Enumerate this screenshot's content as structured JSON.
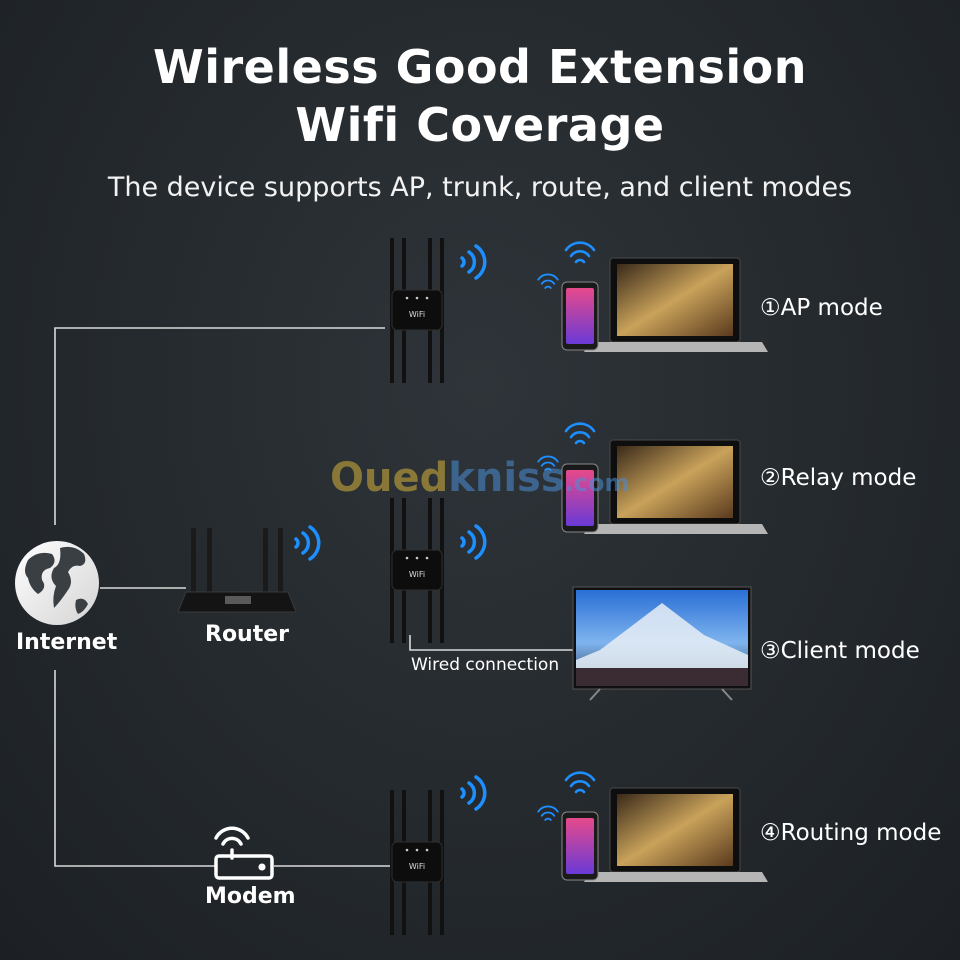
{
  "header": {
    "title_line1": "Wireless Good Extension",
    "title_line2": "Wifi Coverage",
    "subtitle": "The device supports AP, trunk, route, and client modes"
  },
  "nodes": {
    "internet": "Internet",
    "router": "Router",
    "modem": "Modem",
    "wired_connection": "Wired connection"
  },
  "modes": [
    {
      "label": "①AP mode"
    },
    {
      "label": "②Relay mode"
    },
    {
      "label": "③Client mode"
    },
    {
      "label": "④Routing mode"
    }
  ],
  "device": {
    "badge": "WiFi"
  },
  "watermark": {
    "part1": "Oued",
    "part2": "kniss",
    "part3": ".com"
  },
  "colors": {
    "background": "#262b2f",
    "accent_wifi": "#1e8fff",
    "lines": "#d9d9d9"
  }
}
